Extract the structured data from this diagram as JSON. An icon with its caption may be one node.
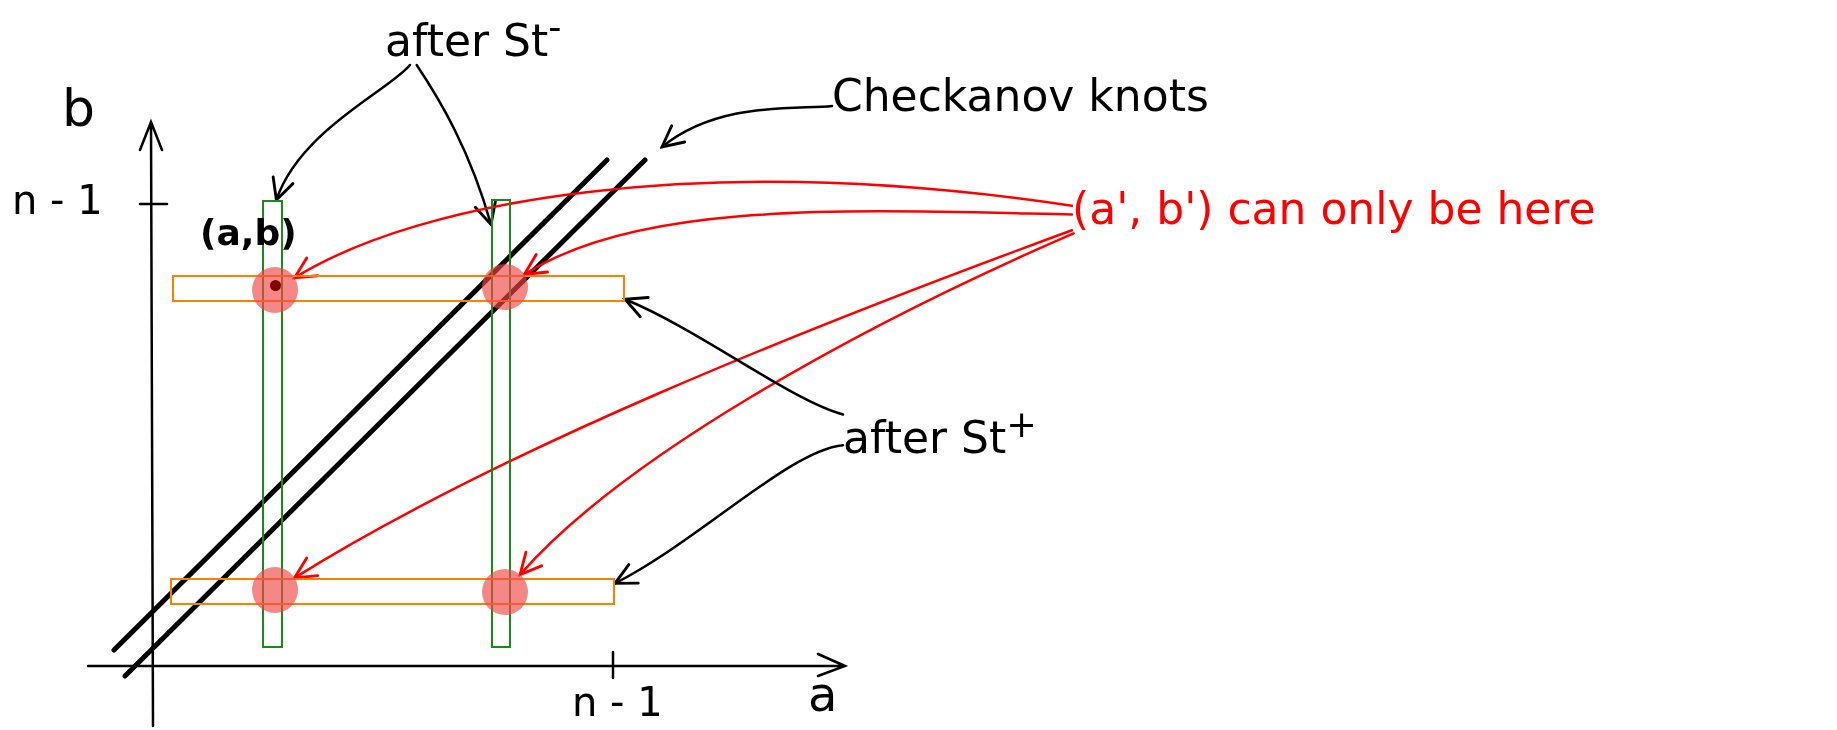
{
  "diagram": {
    "nodes": [
      {
        "text": [
          "after St$^{-}$"
        ]
      },
      {
        "text": [],
        "shape": "bar"
      },
      {
        "text": [],
        "shape": "bar"
      },
      {
        "text": [
          "Checkanov knots"
        ]
      },
      {
        "text": [
          "(a', b') can only be here"
        ]
      },
      {
        "text": [
          "after St$^{+}$"
        ]
      },
      {
        "text": [],
        "shape": "bar"
      },
      {
        "text": [],
        "shape": "bar"
      },
      {
        "text": [],
        "shape": "circle",
        "beside": [
          "(a,b)"
        ]
      },
      {
        "text": [],
        "shape": "circle"
      },
      {
        "text": [],
        "shape": "circle"
      },
      {
        "text": [],
        "shape": "circle"
      }
    ],
    "edges": [
      {
        "from": 0,
        "to": 1,
        "arrow": "to"
      },
      {
        "from": 0,
        "to": 2,
        "arrow": "to"
      },
      {
        "from": 3,
        "to": null,
        "arrow": "to"
      },
      {
        "from": 4,
        "to": 8,
        "arrow": "to",
        "color": "#ff0000"
      },
      {
        "from": 4,
        "to": 9,
        "arrow": "to",
        "color": "#ff0000"
      },
      {
        "from": 4,
        "to": 10,
        "arrow": "to",
        "color": "#ff0000"
      },
      {
        "from": 4,
        "to": 11,
        "arrow": "to",
        "color": "#ff0000"
      },
      {
        "from": 5,
        "to": 6,
        "arrow": "to"
      },
      {
        "from": 5,
        "to": 7,
        "arrow": "to"
      }
    ],
    "labels": [
      "b",
      "n - 1",
      "n - 1",
      "a"
    ]
  }
}
